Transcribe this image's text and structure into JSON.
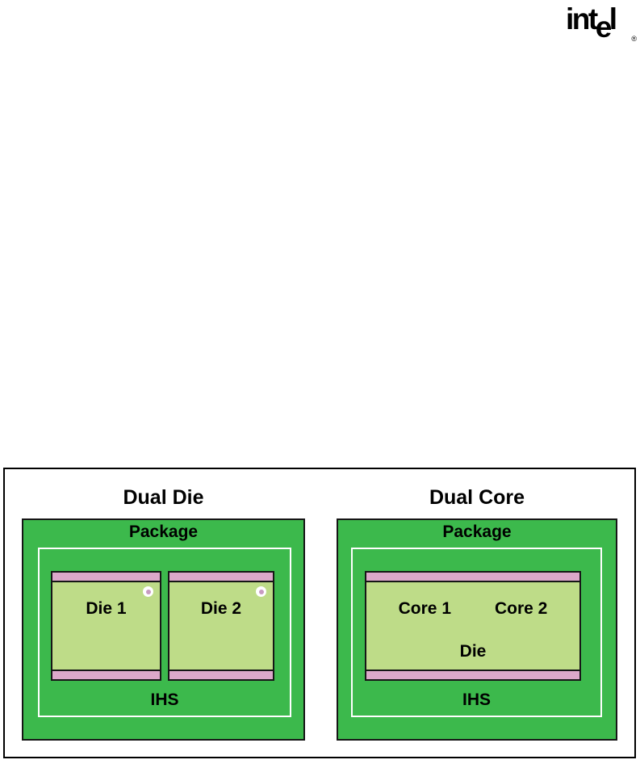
{
  "logo": {
    "part1": "int",
    "part2": "e",
    "part3": "l",
    "registered": "®"
  },
  "colors": {
    "package-green": "#3cb94c",
    "die-green": "#bedc88",
    "adhesive-pink": "#dca8ca",
    "ihs-line": "#ffffff",
    "marker-dot": "#c79bc1"
  },
  "figure": {
    "panels": [
      {
        "title": "Dual Die",
        "package_label": "Package",
        "ihs_label": "IHS",
        "dies": [
          {
            "label": "Die 1"
          },
          {
            "label": "Die 2"
          }
        ]
      },
      {
        "title": "Dual Core",
        "package_label": "Package",
        "ihs_label": "IHS",
        "cores": [
          {
            "label": "Core 1"
          },
          {
            "label": "Core 2"
          }
        ],
        "die_label": "Die"
      }
    ]
  }
}
